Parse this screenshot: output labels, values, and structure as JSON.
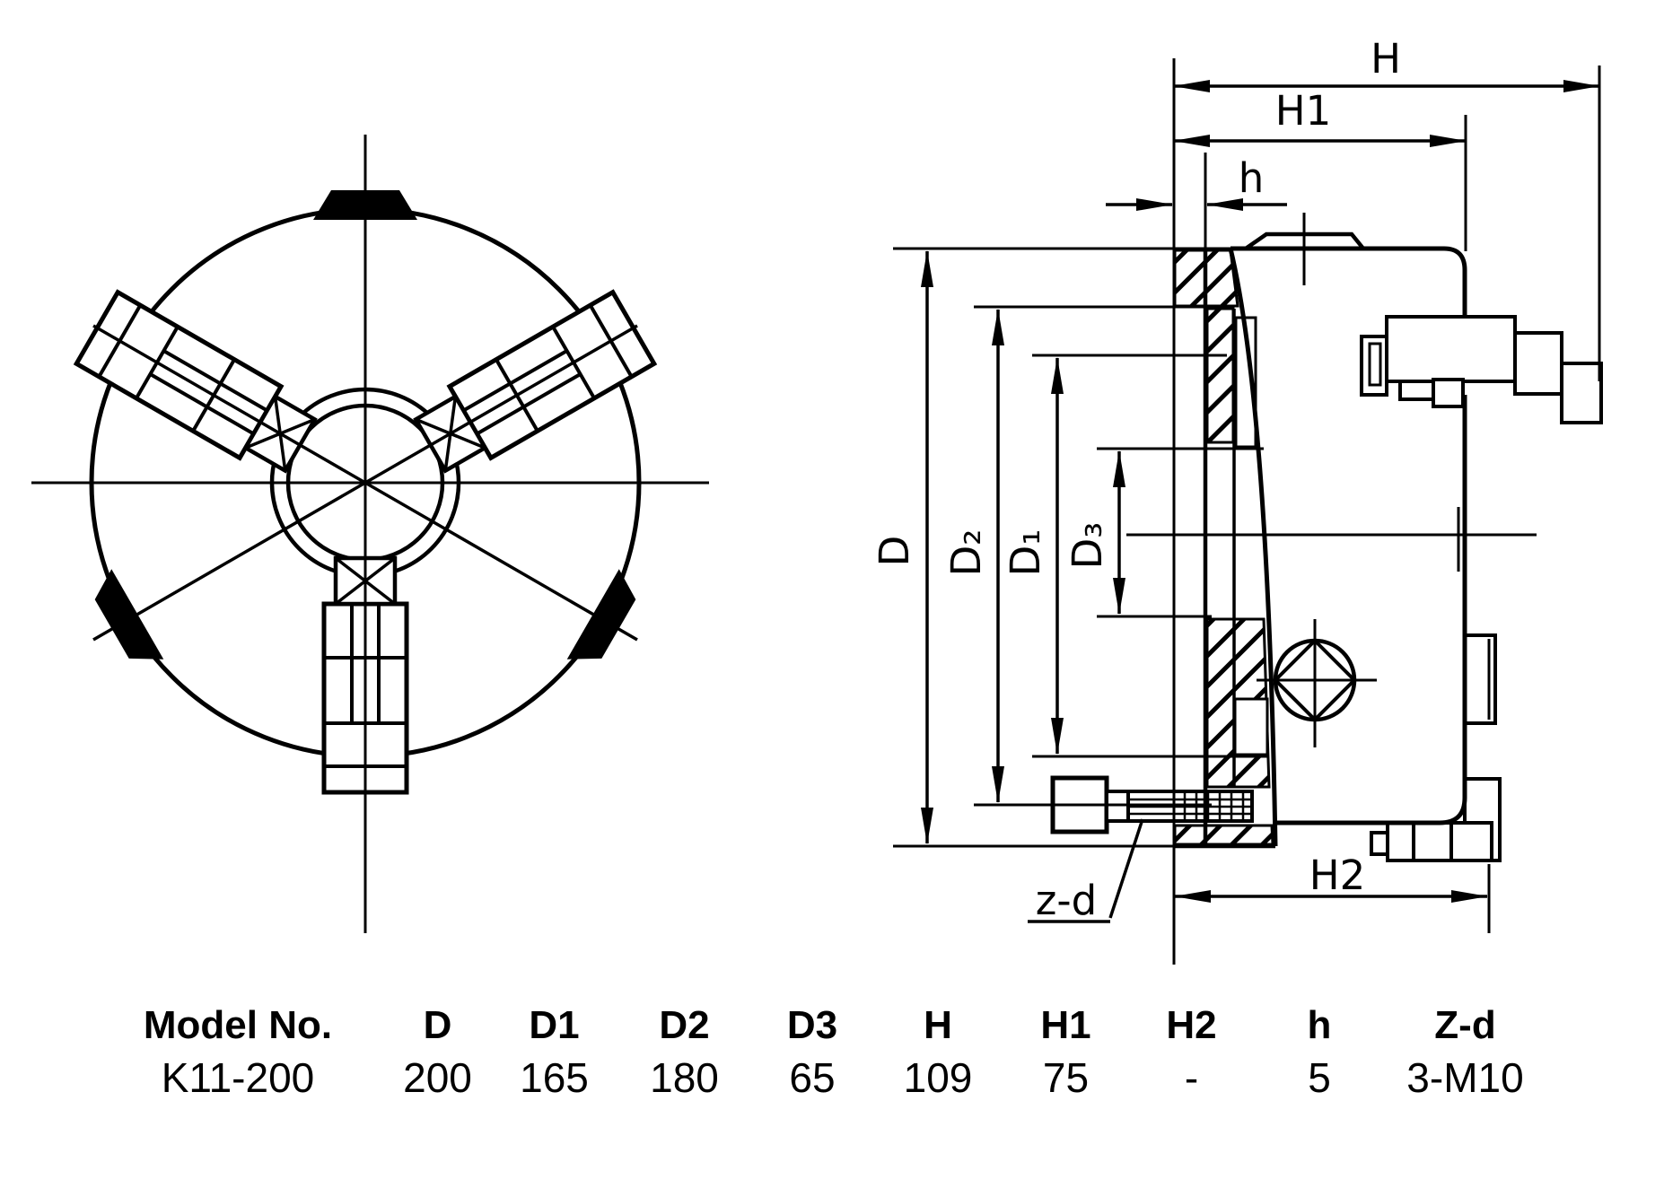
{
  "side_view": {
    "labels": {
      "H": "H",
      "H1": "H1",
      "h": "h",
      "H2": "H2",
      "D": "D",
      "D2": "D₂",
      "D1": "D₁",
      "D3": "D₃",
      "zd": "z-d"
    }
  },
  "table": {
    "headers": [
      "Model No.",
      "D",
      "D1",
      "D2",
      "D3",
      "H",
      "H1",
      "H2",
      "h",
      "Z-d"
    ],
    "row": [
      "K11-200",
      "200",
      "165",
      "180",
      "65",
      "109",
      "75",
      "-",
      "5",
      "3-M10"
    ]
  },
  "colors": {
    "ink": "#000000",
    "paper": "#ffffff"
  }
}
